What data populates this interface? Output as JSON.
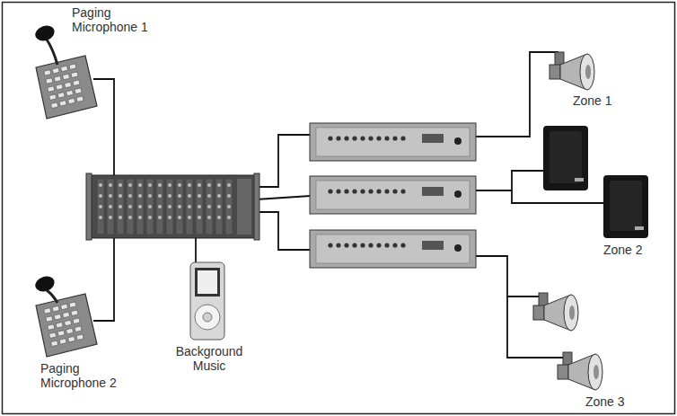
{
  "diagram": {
    "nodes": [
      {
        "text": [
          "Paging Microphone 1"
        ]
      },
      {
        "text": [
          "Paging Microphone 2"
        ]
      },
      {
        "text": [
          "Background Music"
        ]
      },
      {
        "text": [
          "Zone 1"
        ]
      },
      {
        "text": [
          "Zone 2"
        ]
      },
      {
        "text": [
          "Zone 3"
        ]
      }
    ]
  }
}
